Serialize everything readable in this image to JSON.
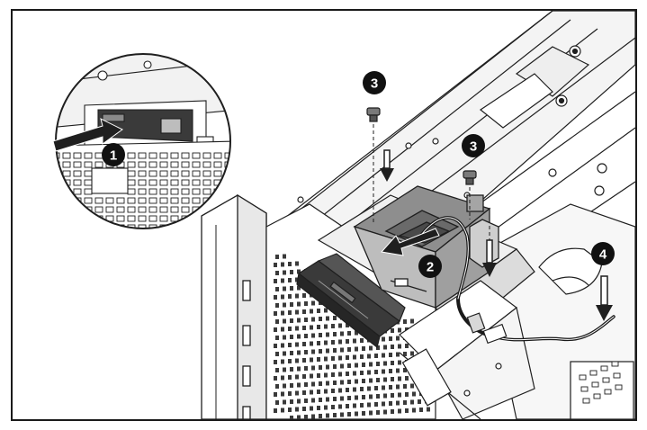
{
  "colors": {
    "line": "#1f1f1f",
    "panel": "#ffffff",
    "metal_light": "#e9e9e9",
    "metal_mid": "#c9c9c9",
    "module_dark": "#3a3a3a",
    "callout_bg": "#111111",
    "callout_text": "#ffffff",
    "cable": "#1a1a1a"
  },
  "callouts": [
    {
      "id": "1",
      "label": "1"
    },
    {
      "id": "2",
      "label": "2"
    },
    {
      "id": "3a",
      "label": "3"
    },
    {
      "id": "3b",
      "label": "3"
    },
    {
      "id": "4",
      "label": "4"
    }
  ],
  "icons": [
    "arrow-insert",
    "arrow-slide",
    "arrow-down",
    "screw",
    "cable",
    "magnifier-inset"
  ]
}
